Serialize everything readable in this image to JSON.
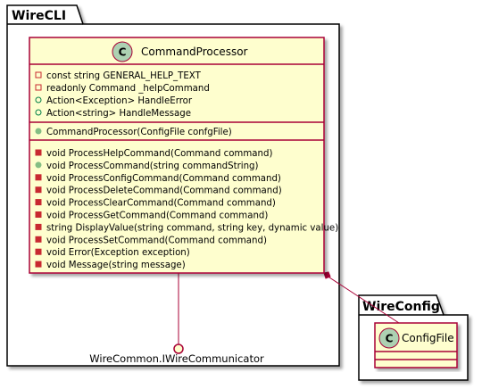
{
  "packages": {
    "wirecli": {
      "title": "WireCLI"
    },
    "wireconfig": {
      "title": "WireConfig"
    }
  },
  "command_processor": {
    "stereotype_letter": "C",
    "name": "CommandProcessor",
    "fields": [
      {
        "visibility": "private",
        "text": "const string GENERAL_HELP_TEXT"
      },
      {
        "visibility": "private",
        "text": "readonly Command _helpCommand"
      },
      {
        "visibility": "public",
        "text": "Action<Exception> HandleError"
      },
      {
        "visibility": "public",
        "text": "Action<string> HandleMessage"
      }
    ],
    "constructors": [
      {
        "visibility": "public",
        "text": "CommandProcessor(ConfigFile confgFile)"
      }
    ],
    "methods": [
      {
        "visibility": "private",
        "text": "void ProcessHelpCommand(Command command)"
      },
      {
        "visibility": "public",
        "text": "void ProcessCommand(string commandString)"
      },
      {
        "visibility": "private",
        "text": "void ProcessConfigCommand(Command command)"
      },
      {
        "visibility": "private",
        "text": "void ProcessDeleteCommand(Command command)"
      },
      {
        "visibility": "private",
        "text": "void ProcessClearCommand(Command command)"
      },
      {
        "visibility": "private",
        "text": "void ProcessGetCommand(Command command)"
      },
      {
        "visibility": "private",
        "text": "string DisplayValue(string command, string key, dynamic value)"
      },
      {
        "visibility": "private",
        "text": "void ProcessSetCommand(Command command)"
      },
      {
        "visibility": "private",
        "text": "void Error(Exception exception)"
      },
      {
        "visibility": "private",
        "text": "void Message(string message)"
      }
    ]
  },
  "config_file": {
    "stereotype_letter": "C",
    "name": "ConfigFile"
  },
  "interface_label": "WireCommon.IWireCommunicator",
  "colors": {
    "class_fill": "#FEFECE",
    "class_border": "#A80036",
    "spot_fill": "#ADD1B2",
    "private_vis": "#C82930",
    "public_vis": "#84BE84",
    "package_border": "#000000"
  }
}
